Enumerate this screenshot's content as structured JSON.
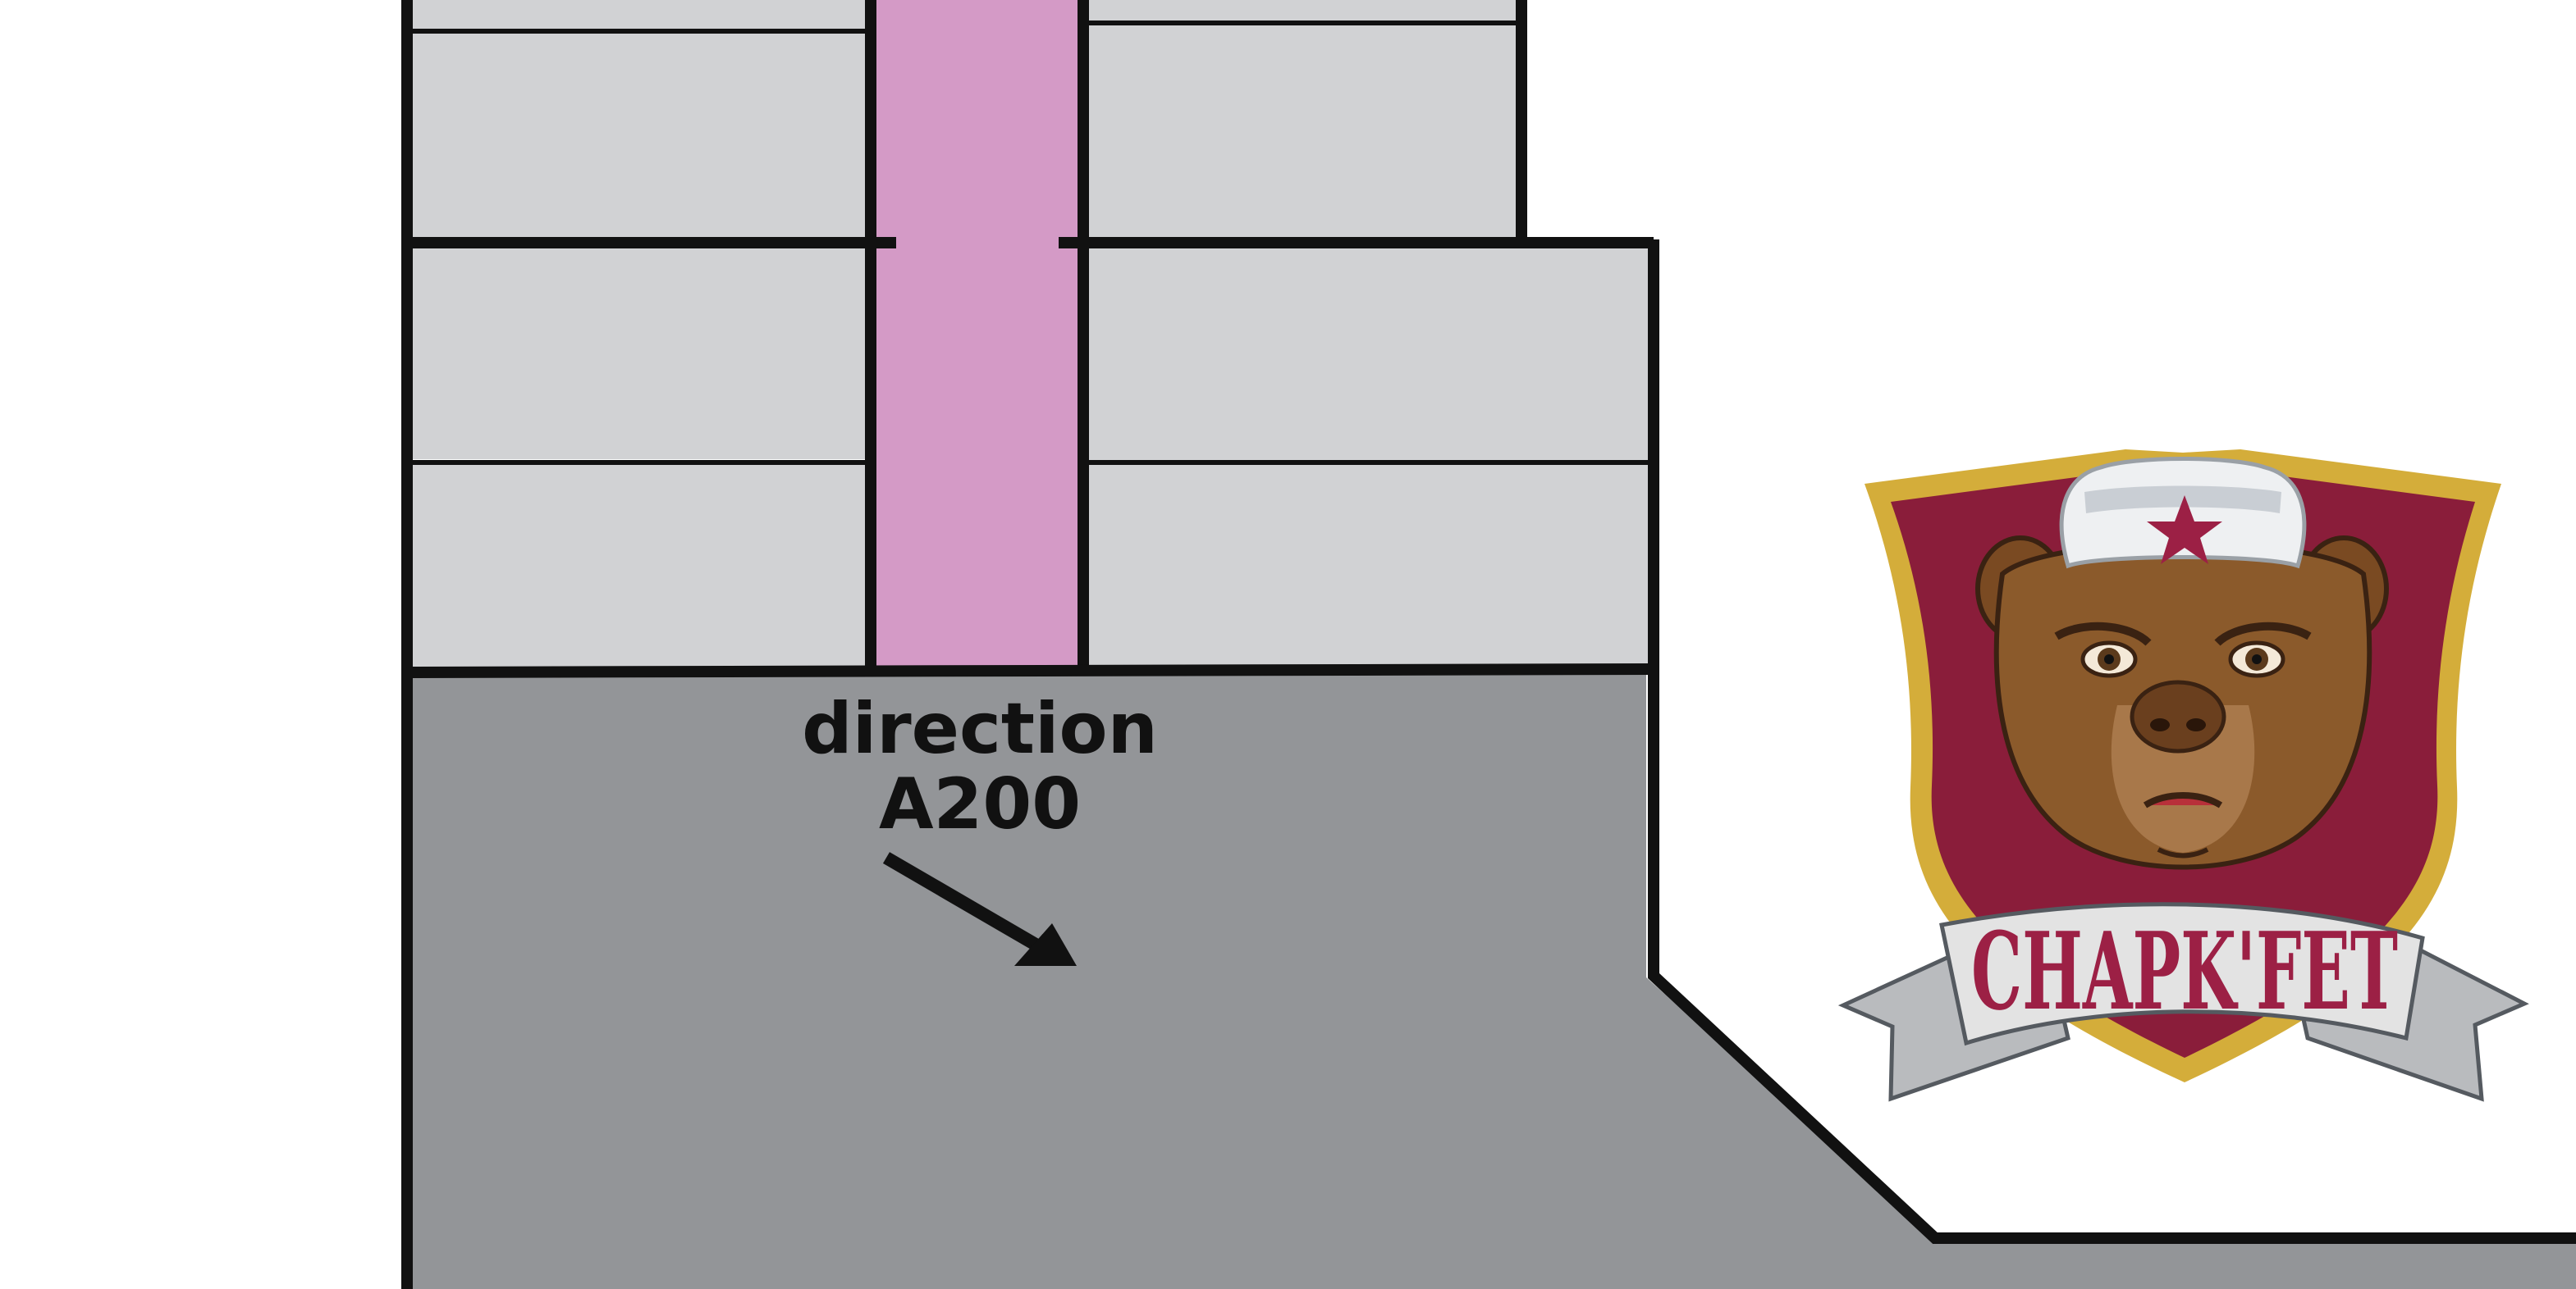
{
  "colors": {
    "background": "#ffffff",
    "room_fill": "#d1d2d4",
    "hall_fill": "#939598",
    "corridor_fill": "#d49ac6",
    "wall": "#111111",
    "logo_gold": "#d4ad3a",
    "logo_maroon": "#8a1d3a",
    "logo_text": "#9c2045",
    "banner_fill": "#e3e3e3"
  },
  "map": {
    "direction_label": "direction",
    "destination_code": "A200",
    "arrow_icon": "arrow-down-right-icon"
  },
  "logo": {
    "brand_name": "CHAPK'FET",
    "emblem_icon": "bear-head-icon",
    "hat_icon": "star-icon"
  }
}
